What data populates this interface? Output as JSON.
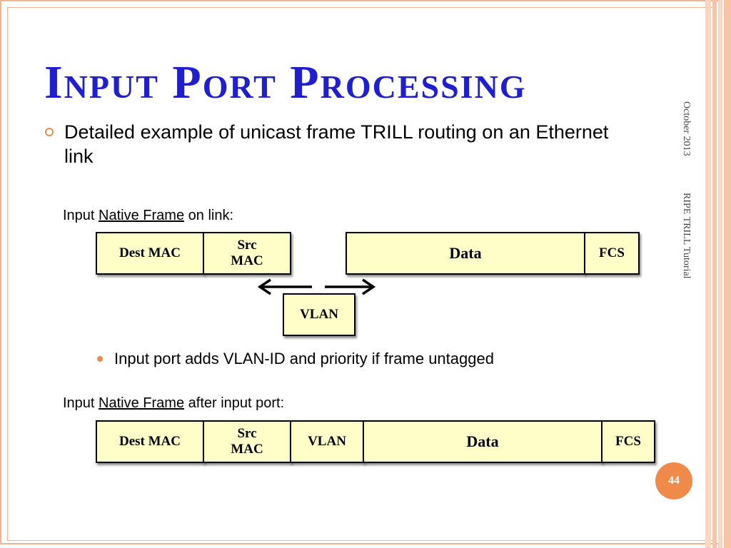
{
  "title": "Input Port Processing",
  "bullet": "Detailed example of unicast frame TRILL routing on an Ethernet link",
  "section1": {
    "prefix": "Input ",
    "link": "Native Frame",
    "suffix": " on link:"
  },
  "frame1": {
    "dest": "Dest MAC",
    "src_line1": "Src",
    "src_line2": "MAC",
    "data": "Data",
    "fcs": "FCS"
  },
  "vlan_inserted": "VLAN",
  "sub_bullet": "Input port adds VLAN-ID and priority if frame untagged",
  "section2": {
    "prefix": "Input ",
    "link": "Native Frame",
    "suffix": " after input port:"
  },
  "frame2": {
    "dest": "Dest MAC",
    "src_line1": "Src",
    "src_line2": "MAC",
    "vlan": "VLAN",
    "data": "Data",
    "fcs": "FCS"
  },
  "side": {
    "date": "October 2013",
    "course": "RIPE TRILL Tutorial"
  },
  "page_number": "44",
  "colors": {
    "title": "#1f1fd0",
    "accent": "#f08a4b",
    "box_fill": "#fffdc8",
    "border": "#f2b48e"
  }
}
